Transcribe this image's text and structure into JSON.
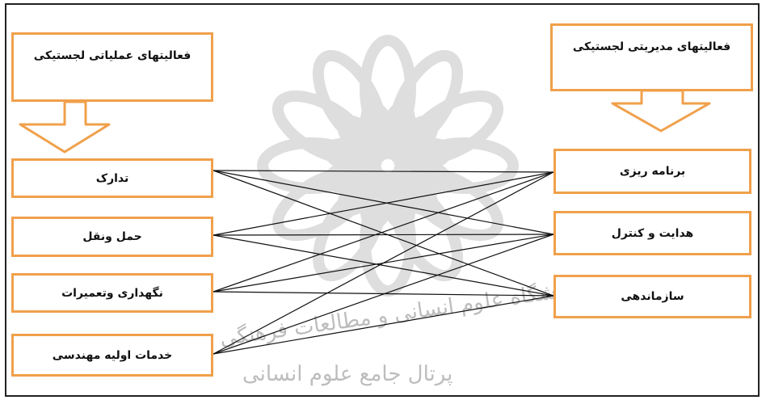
{
  "diagram": {
    "left_column": {
      "header": "فعالیتهای عملیاتی لجستیکی",
      "items": [
        "تدارک",
        "حمل ونقل",
        "نگهداری وتعمیرات",
        "خدمات اولیه مهندسی"
      ]
    },
    "right_column": {
      "header": "فعالیتهای مدیریتی لجستیکی",
      "items": [
        "برنامه ریزی",
        "هدایت و کنترل",
        "سازماندهی"
      ]
    },
    "connections": "all-to-all",
    "colors": {
      "box_border": "#f0a04b",
      "line": "#111111",
      "frame": "#222222",
      "watermark": "#bdbdbd"
    }
  },
  "watermark": {
    "line1": "پژوهشگاه علوم انسانی و مطالعات فرهنگی",
    "line2": "پرتال جامع علوم انسانی"
  }
}
